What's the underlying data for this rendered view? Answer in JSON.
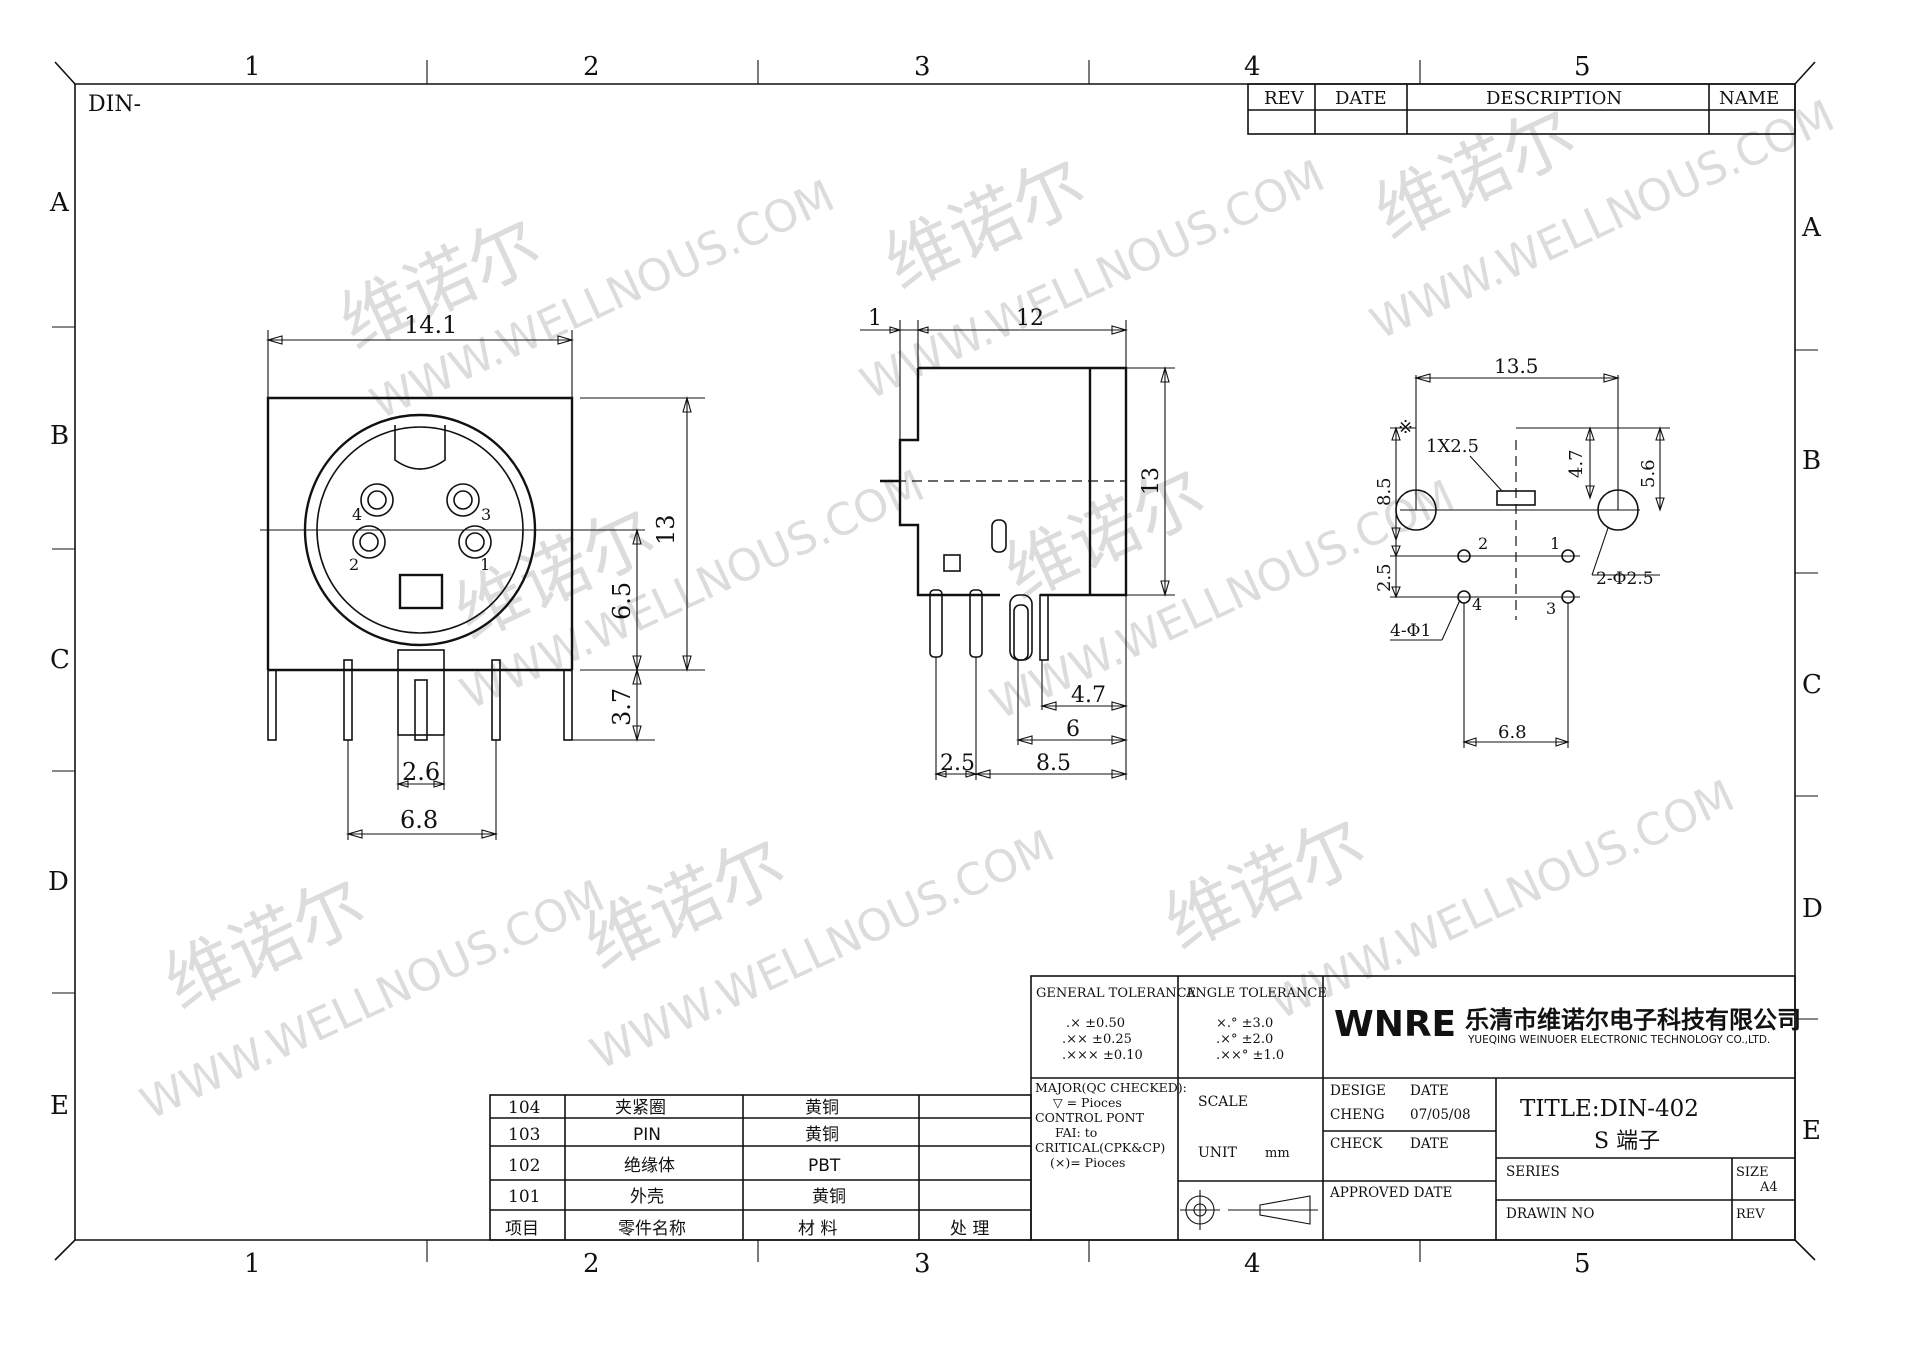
{
  "drawing_code": "DIN-",
  "zones": {
    "columns": [
      "1",
      "2",
      "3",
      "4",
      "5"
    ],
    "rows": [
      "A",
      "B",
      "C",
      "D",
      "E"
    ]
  },
  "watermark": {
    "cn": "维诺尔",
    "url": "WWW.WELLNOUS.COM"
  },
  "revision_table": {
    "headers": [
      "REV",
      "DATE",
      "DESCRIPTION",
      "NAME"
    ]
  },
  "front_view": {
    "width": "14.1",
    "height": "13",
    "center_height": "6.5",
    "pin_length": "3.7",
    "pin_pitch_inner": "2.6",
    "pin_pitch_outer": "6.8",
    "pin_labels": [
      "4",
      "3",
      "2",
      "1"
    ]
  },
  "side_view": {
    "flange": "1",
    "body_depth": "12",
    "height": "13",
    "d1": "4.7",
    "d2": "6",
    "d3": "2.5",
    "d4": "8.5"
  },
  "pcb_layout": {
    "width": "13.5",
    "slot": "1X2.5",
    "h1": "4.7",
    "h2": "5.6",
    "h3": "8.5",
    "h4": "2.5",
    "bottom": "6.8",
    "big_holes": "2-Φ2.5",
    "small_holes": "4-Φ1",
    "mark": "※",
    "pin_labels": [
      "2",
      "1",
      "4",
      "3"
    ]
  },
  "bom": {
    "rows": [
      {
        "item": "104",
        "name": "夹紧圈",
        "material": "黄铜",
        "process": ""
      },
      {
        "item": "103",
        "name": "PIN",
        "material": "黄铜",
        "process": ""
      },
      {
        "item": "102",
        "name": "绝缘体",
        "material": "PBT",
        "process": ""
      },
      {
        "item": "101",
        "name": "外壳",
        "material": "黄铜",
        "process": ""
      }
    ],
    "header": {
      "item": "项目",
      "name": "零件名称",
      "material": "材 料",
      "process": "处 理"
    }
  },
  "title_block": {
    "general_tolerance": {
      "label": "GENERAL TOLERANCE",
      "lines": [
        ".×  ±0.50",
        ".××  ±0.25",
        ".×××  ±0.10"
      ]
    },
    "angle_tolerance": {
      "label": "ANGLE TOLERANCE",
      "lines": [
        "×.°  ±3.0",
        ".×°  ±2.0",
        ".××°  ±1.0"
      ]
    },
    "logo_text": "WNRE",
    "company_cn": "乐清市维诺尔电子科技有限公司",
    "company_en": "YUEQING WEINUOER ELECTRONIC TECHNOLOGY CO.,LTD.",
    "major_lines": [
      "MAJOR(QC CHECKED):",
      "▽ =  Pioces",
      "CONTROL PONT",
      "FAI:  to",
      "CRITICAL(CPK&CP)",
      "(×)=  Pioces"
    ],
    "scale_label": "SCALE",
    "unit_label": "UNIT",
    "unit_value": "mm",
    "design_label": "DESIGE",
    "design_date_label": "DATE",
    "designer": "CHENG",
    "design_date": "07/05/08",
    "check_label": "CHECK",
    "check_date_label": "DATE",
    "approved_label": "APPROVED DATE",
    "title": "TITLE:DIN-402",
    "subtitle": "S 端子",
    "series_label": "SERIES",
    "size_label": "SIZE",
    "size_value": "A4",
    "drawing_no_label": "DRAWIN NO",
    "rev_label": "REV"
  }
}
